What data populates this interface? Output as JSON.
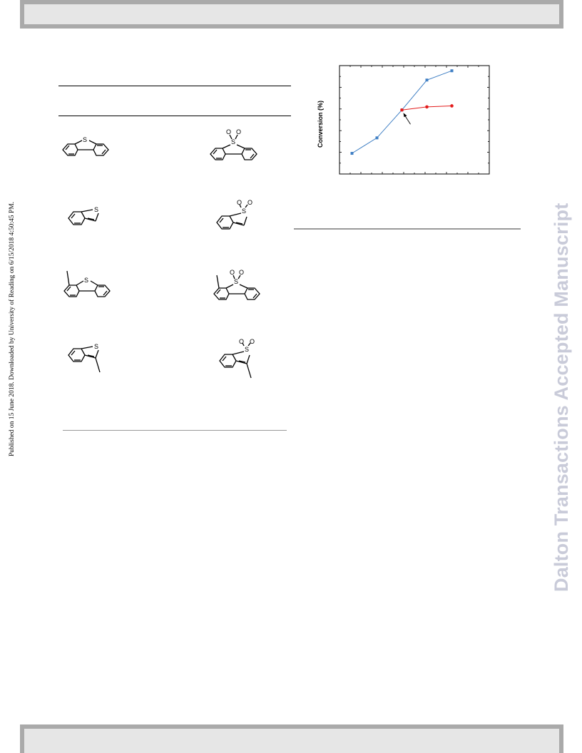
{
  "side_note": "Published on 15 June 2018. Downloaded by University of Reading on 6/15/2018 4:50:45 PM.",
  "watermark": "Dalton Transactions Accepted Manuscript",
  "molecule_labels": {
    "sulfur": "S",
    "oxygen": "O"
  },
  "chart_data": {
    "type": "line",
    "ylabel": "Conversion (%)",
    "xlabel": "",
    "series": [
      {
        "x": [
          1,
          2,
          3,
          4,
          5
        ],
        "y": [
          20,
          35,
          62,
          91,
          100
        ],
        "color": "#3f7fc4",
        "marker": "square"
      },
      {
        "x": [
          3,
          4,
          5
        ],
        "y": [
          62,
          65,
          66
        ],
        "color": "#e31b1b",
        "marker": "circle"
      }
    ],
    "xlim": [
      0.5,
      6.5
    ],
    "ylim": [
      0,
      105
    ],
    "annotation": {
      "type": "arrow",
      "target_x": 3,
      "target_y": 62
    }
  }
}
